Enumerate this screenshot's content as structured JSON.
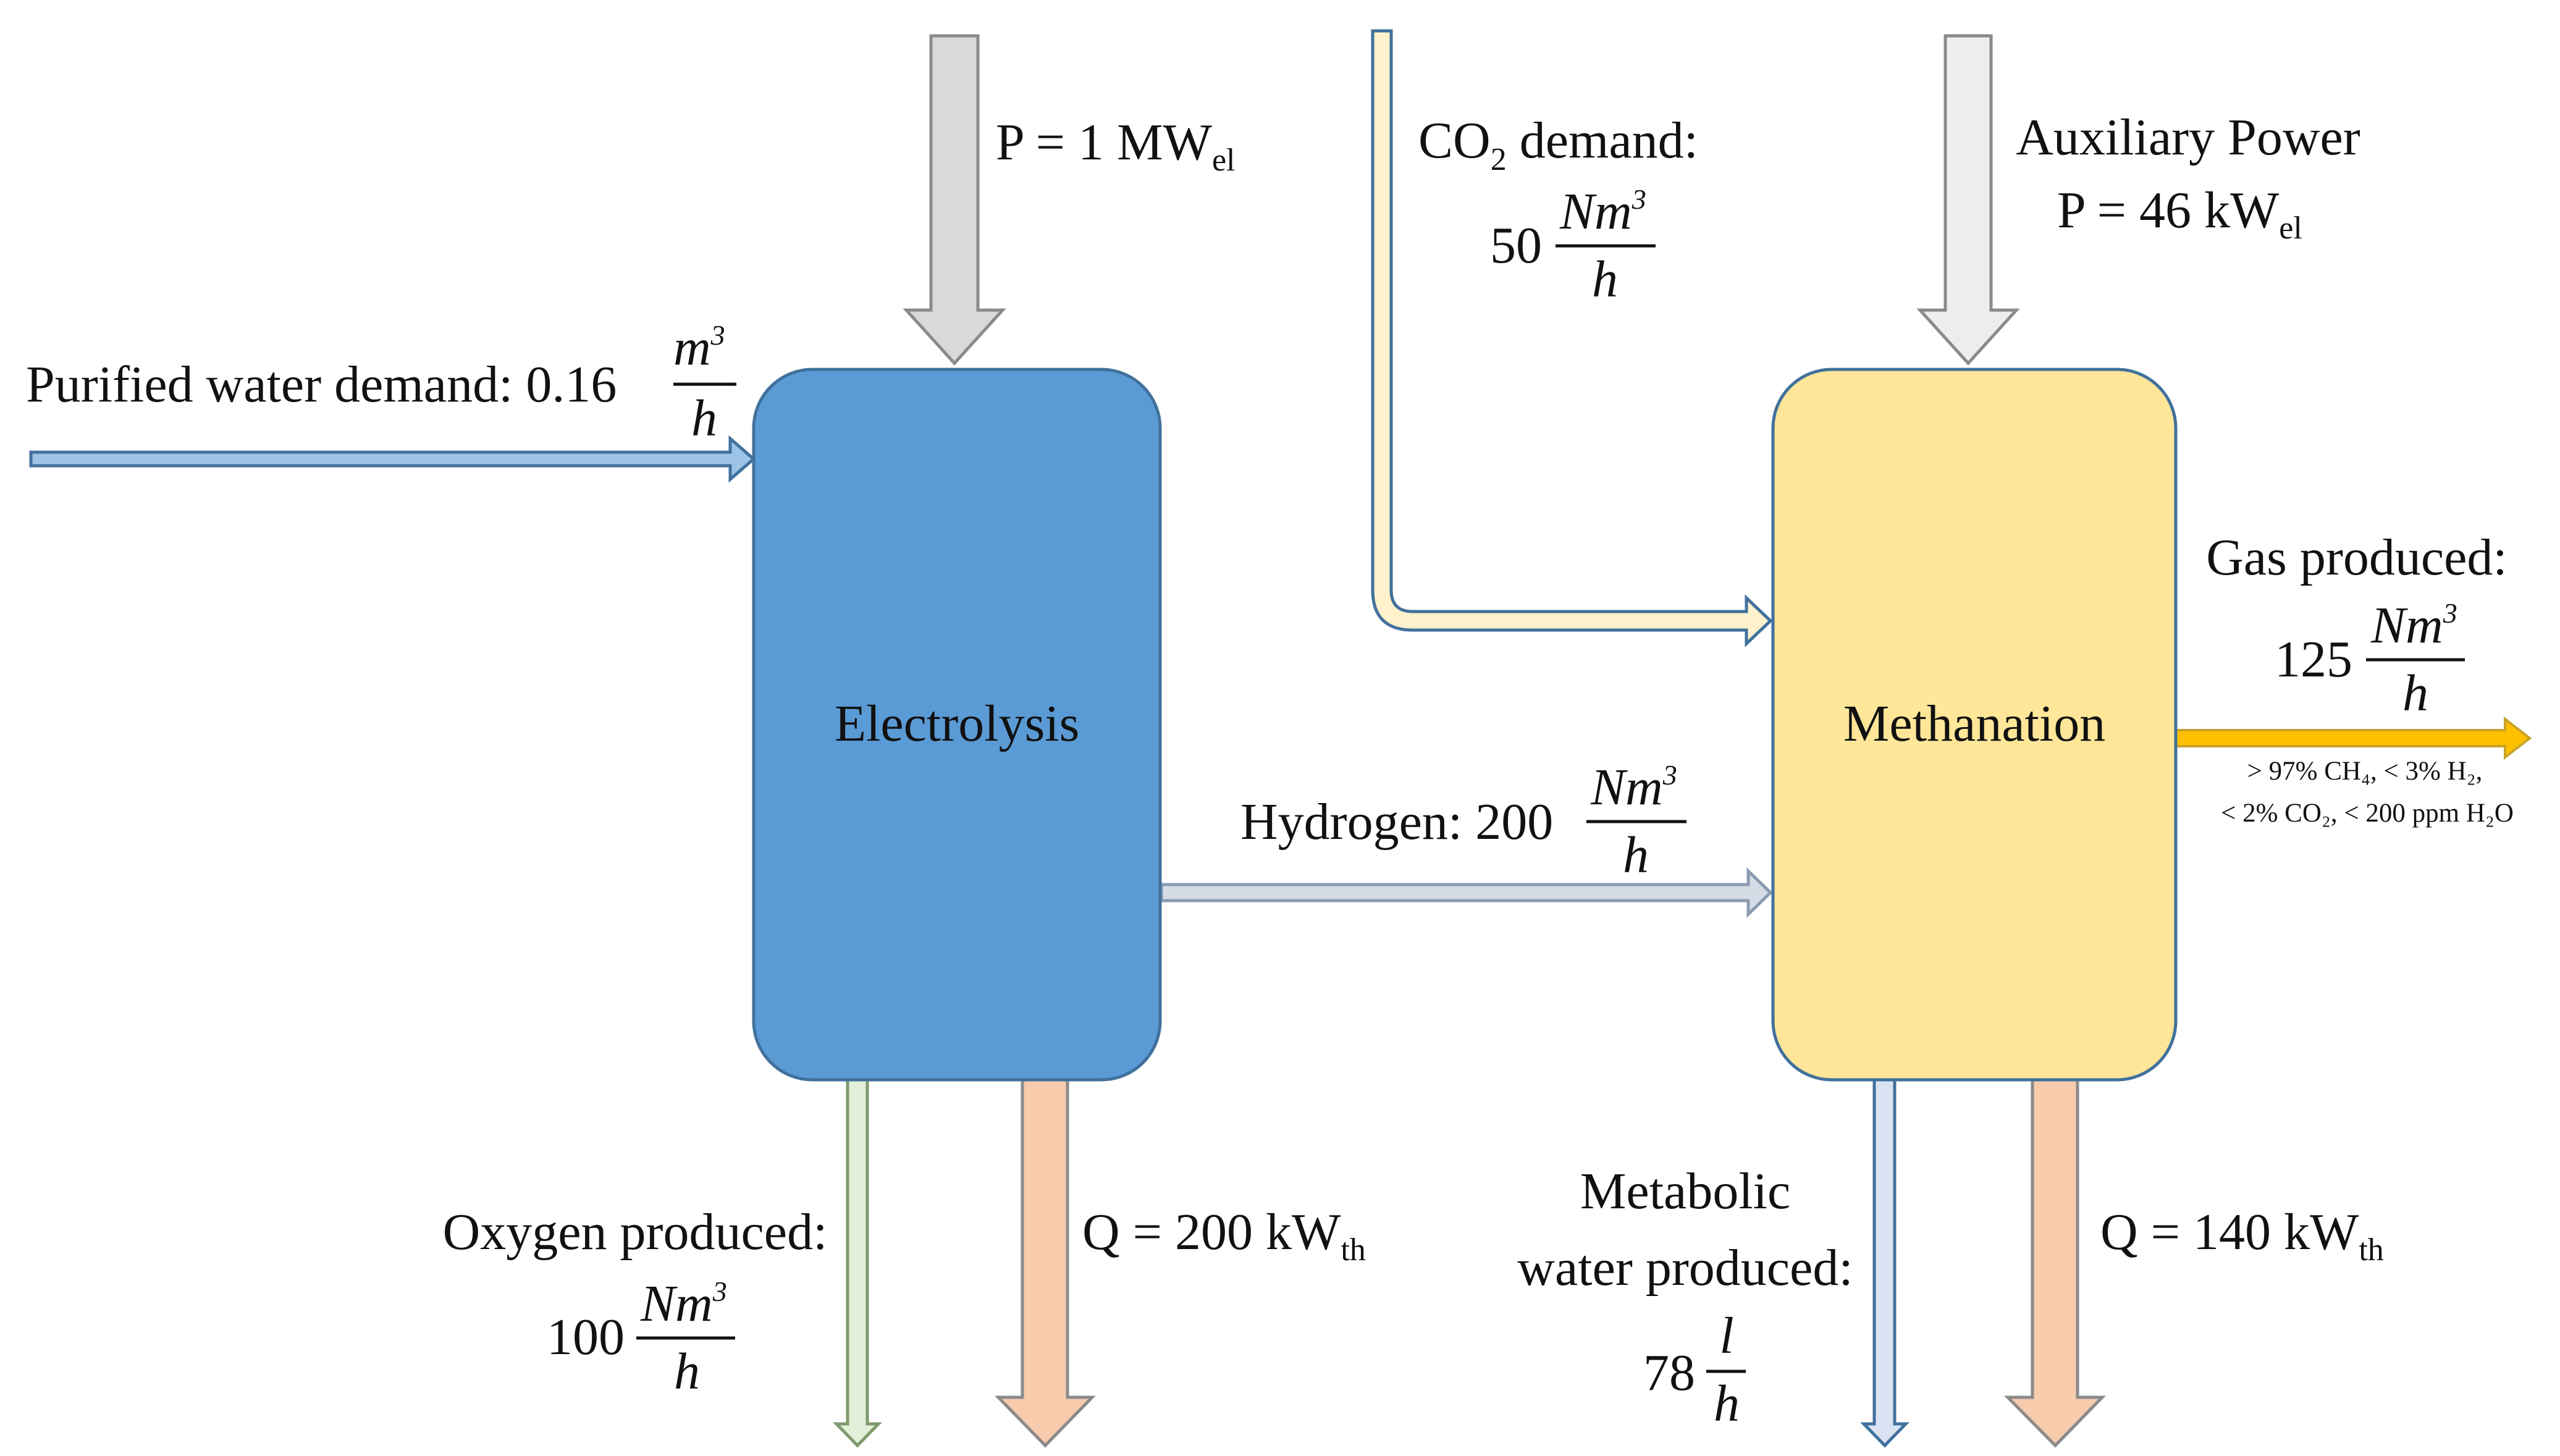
{
  "blocks": {
    "electrolysis": {
      "label": "Electrolysis",
      "fill": "#5b9bd5",
      "text_color": "#ffffff"
    },
    "methanation": {
      "label": "Methanation",
      "fill": "#ffe699",
      "text_color": "#111111"
    }
  },
  "power_in": {
    "prefix": "P = 1 MW",
    "subscript": "el"
  },
  "aux_power": {
    "line1": "Auxiliary Power",
    "prefix": "P = 46 kW",
    "subscript": "el"
  },
  "co2_demand": {
    "prefix": "CO",
    "subscript": "2",
    "suffix": " demand:",
    "value": "50",
    "unit_num": "Nm",
    "unit_exp": "3",
    "unit_den": "h"
  },
  "water_demand": {
    "label": "Purified water demand: 0.16",
    "unit_num": "m",
    "unit_exp": "3",
    "unit_den": "h"
  },
  "hydrogen": {
    "label": "Hydrogen: 200",
    "unit_num": "Nm",
    "unit_exp": "3",
    "unit_den": "h"
  },
  "gas_produced": {
    "label": "Gas produced:",
    "value": "125",
    "unit_num": "Nm",
    "unit_exp": "3",
    "unit_den": "h",
    "comp_line1": "> 97% CH₄, < 3% H₂,",
    "comp_line2": "< 2% CO₂, < 200 ppm H₂O"
  },
  "oxygen": {
    "label": "Oxygen produced:",
    "value": "100",
    "unit_num": "Nm",
    "unit_exp": "3",
    "unit_den": "h"
  },
  "heat_electrolysis": {
    "prefix": "Q = 200 kW",
    "subscript": "th"
  },
  "metabolic_water": {
    "line1": "Metabolic",
    "line2": "water produced:",
    "value": "78",
    "unit_num": "l",
    "unit_den": "h"
  },
  "heat_methanation": {
    "prefix": "Q = 140 kW",
    "subscript": "th"
  },
  "colors": {
    "power_arrow": "#d9d9d9",
    "aux_arrow": "#ededed",
    "water_arrow": "#9dc3e6",
    "co2_arrow": "#fff2cc",
    "hydrogen_arrow": "#d6dce5",
    "gas_arrow": "#ffc000",
    "oxygen_arrow": "#e2f0d9",
    "heat_arrow": "#f8cbad",
    "metabolic_arrow": "#dae3f3",
    "outline": "#41719c"
  }
}
